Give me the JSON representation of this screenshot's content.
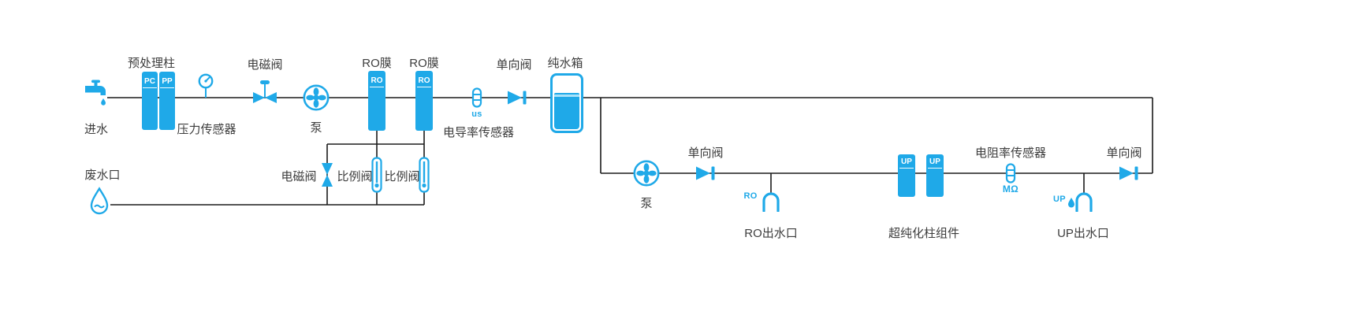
{
  "colors": {
    "accent": "#1fa9e8",
    "line": "#1b1b1b",
    "text": "#3d3d3d"
  },
  "top": {
    "inlet_label": "进水",
    "pretreatment_label": "预处理柱",
    "pc_badge": "PC",
    "pp_badge": "PP",
    "pressure_label": "压力传感器",
    "solenoid_label": "电磁阀",
    "pump_label": "泵",
    "ro1_label": "RO膜",
    "ro1_badge": "RO",
    "ro2_label": "RO膜",
    "ro2_badge": "RO",
    "conductivity_unit": "us",
    "conductivity_label": "电导率传感器",
    "check_label": "单向阀",
    "tank_label": "纯水箱"
  },
  "waste": {
    "outlet_label": "废水口",
    "solenoid_label": "电磁阀",
    "prop1_label": "比例阀",
    "prop2_label": "比例阀"
  },
  "bottom": {
    "pump_label": "泵",
    "check_label": "单向阀",
    "ro_tap_tag": "RO",
    "ro_outlet_label": "RO出水口",
    "up1_badge": "UP",
    "up2_badge": "UP",
    "ultrapure_label": "超纯化柱组件",
    "resistivity_unit": "MΩ",
    "resistivity_label": "电阻率传感器",
    "up_tap_tag": "UP",
    "up_outlet_label": "UP出水口",
    "check_right_label": "单向阀"
  }
}
